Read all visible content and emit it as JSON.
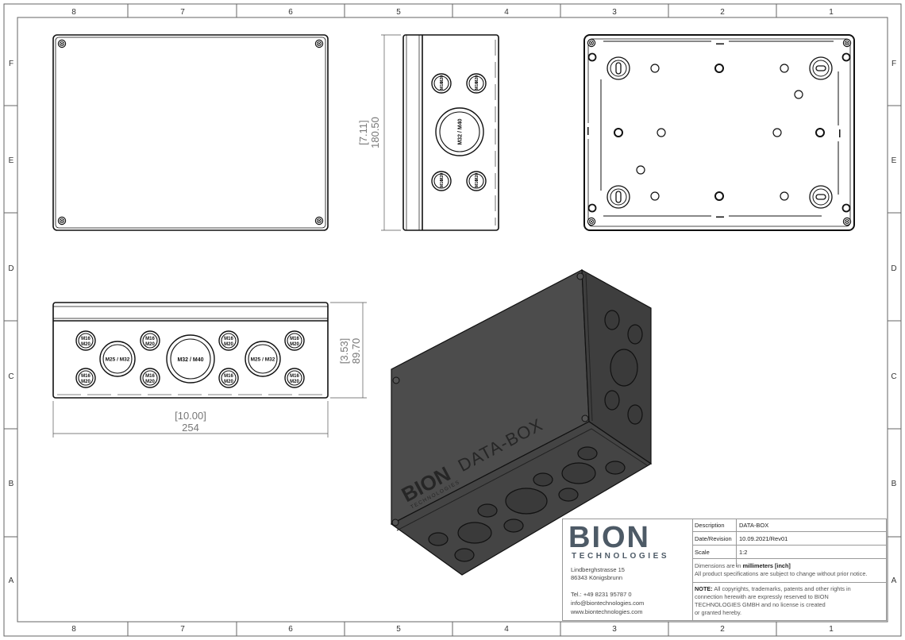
{
  "zones": {
    "columns": [
      "8",
      "7",
      "6",
      "5",
      "4",
      "3",
      "2",
      "1"
    ],
    "rows": [
      "F",
      "E",
      "D",
      "C",
      "B",
      "A"
    ]
  },
  "gland_labels": {
    "m16_m20": [
      "M16",
      "M20"
    ],
    "m25_m32": "M25 / M32",
    "m32_m40": "M32 / M40"
  },
  "dimensions": {
    "height_inch": "[7.11]",
    "height_mm": "180.50",
    "depth_inch": "[3.53]",
    "depth_mm": "89.70",
    "width_inch": "[10.00]",
    "width_mm": "254"
  },
  "iso_view": {
    "brand": "BION",
    "brand_sub": "TECHNOLOGIES",
    "product": "DATA-BOX"
  },
  "title_block": {
    "logo_text": "BION",
    "logo_sub": "TECHNOLOGIES",
    "address": [
      "Lindberghstrasse 15",
      "86343 Königsbrunn"
    ],
    "contact": [
      "Tel.: +49 8231 95787 0",
      "info@biontechnologies.com",
      "www.biontechnologies.com"
    ],
    "description_label": "Description",
    "description_value": "DATA-BOX",
    "revision_label": "Date/Revision",
    "revision_value": "10.09.2021/Rev01",
    "scale_label": "Scale",
    "scale_value": "1:2",
    "units_prefix": "Dimensions are in ",
    "units_bold": "millimeters [inch]",
    "units_line2": "All product specifications are subject to change without prior notice.",
    "note_label": "NOTE:",
    "note_text": " All copyrights, trademarks, patents and other rights in",
    "note_lines": [
      "connection herewith are expressly reserved to BION",
      "TECHNOLOGIES GMBH and no license is created",
      "or granted hereby."
    ]
  },
  "colors": {
    "box_dark": "#4a4a4a",
    "line": "#111111",
    "logo": "#4d5a66"
  }
}
